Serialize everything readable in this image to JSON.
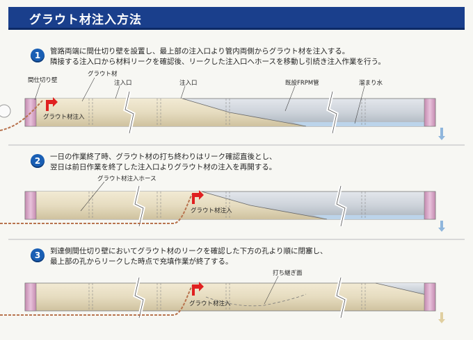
{
  "header": {
    "title": "グラウト材注入方法"
  },
  "steps": [
    {
      "number": "1",
      "lines": [
        "管路両端に間仕切り壁を設置し、最上部の注入口より管内両側からグラウト材を注入する。",
        "隣接する注入口から材料リークを確認後、リークした注入口へホースを移動し引続き注入作業を行う。"
      ],
      "labels": {
        "partition": "間仕切り壁",
        "grout": "グラウト材",
        "inlet_a": "注入口",
        "inlet_b": "注入口",
        "frpm": "既設FRPM管",
        "water": "溜まり水",
        "injection": "グラウト材注入"
      }
    },
    {
      "number": "2",
      "lines": [
        "一日の作業終了時、グラウト材の打ち終わりはリーク確認直後とし、",
        "翌日は前日作業を終了した注入口よりグラウト材の注入を再開する。"
      ],
      "labels": {
        "hose": "グラウト材注入ホース",
        "injection": "グラウト材注入"
      }
    },
    {
      "number": "3",
      "lines": [
        "到達側間仕切り壁においてグラウト材のリークを確認した下方の孔より順に閉塞し、",
        "最上部の孔からリークした時点で充填作業が終了する。"
      ],
      "labels": {
        "joint": "打ち継ぎ面",
        "injection": "グラウト材注入"
      }
    }
  ],
  "colors": {
    "header": "#1a3f8c",
    "badge": "#1a5fb4",
    "grout": "#e6dcc0",
    "pipe": "#cdd3da",
    "water": "#bcd4ea",
    "end_wall": "#d9a9c9",
    "arrow": "#e02020"
  }
}
